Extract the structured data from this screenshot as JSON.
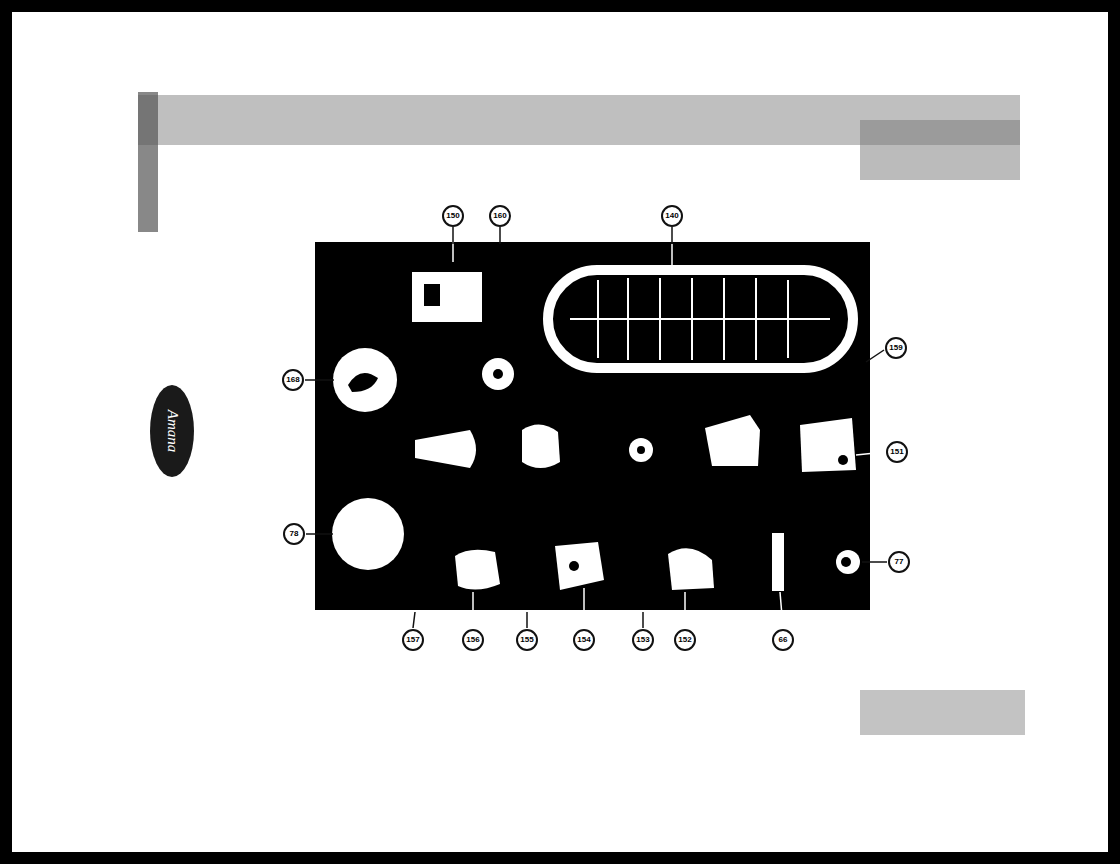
{
  "diagram": {
    "labels": [
      "150",
      "160",
      "140",
      "159",
      "168",
      "151",
      "78",
      "77",
      "157",
      "156",
      "155",
      "154",
      "153",
      "152",
      "66",
      "Amana"
    ]
  }
}
